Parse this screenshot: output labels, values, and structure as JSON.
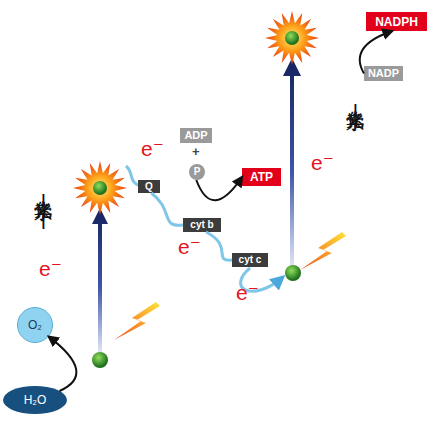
{
  "diagram": {
    "nodes": [
      {
        "text": [
          "NADPH"
        ]
      },
      {
        "text": [
          "NADP"
        ]
      },
      {
        "text": [
          "ADP"
        ]
      },
      {
        "text": [
          "P"
        ]
      },
      {
        "text": [
          "ATP"
        ]
      },
      {
        "text": [
          "Q"
        ]
      },
      {
        "text": [
          "cyt b"
        ]
      },
      {
        "text": [
          "cyt c"
        ]
      },
      {
        "text": [
          "O₂"
        ]
      },
      {
        "text": [
          "H₂O"
        ]
      }
    ],
    "edges": [
      {
        "from": 1,
        "to": 0,
        "arrow": "to"
      },
      {
        "from": 3,
        "to": 4,
        "arrow": "to"
      },
      {
        "from": 5,
        "to": 6,
        "arrow": "none"
      },
      {
        "from": 6,
        "to": 7,
        "arrow": "none"
      },
      {
        "from": 9,
        "to": 8,
        "arrow": "to"
      }
    ],
    "labels": [
      "e⁻",
      "+",
      "光化学系II",
      "e⁻",
      "e⁻",
      "e⁻",
      "光化学系I",
      "e⁻"
    ]
  }
}
